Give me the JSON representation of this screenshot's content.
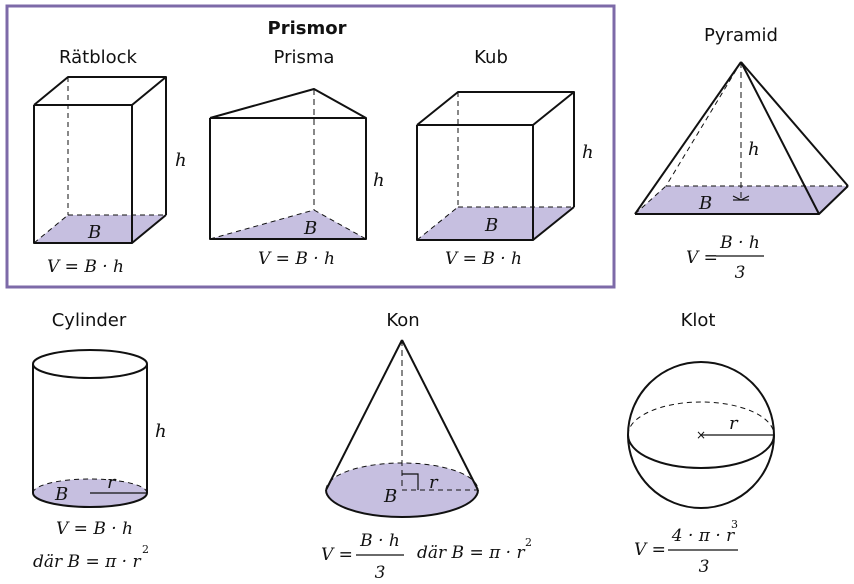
{
  "prismor": {
    "heading": "Prismor",
    "ratblock": {
      "title": "Rätblock",
      "h": "h",
      "B": "B",
      "formula": "V = B · h"
    },
    "prisma": {
      "title": "Prisma",
      "h": "h",
      "B": "B",
      "formula": "V = B · h"
    },
    "kub": {
      "title": "Kub",
      "h": "h",
      "B": "B",
      "formula": "V = B · h"
    }
  },
  "pyramid": {
    "title": "Pyramid",
    "h": "h",
    "B": "B",
    "formula_lhs": "V =",
    "numerator": "B · h",
    "denominator": "3"
  },
  "cylinder": {
    "title": "Cylinder",
    "h": "h",
    "B": "B",
    "r": "r",
    "formula": "V = B · h",
    "where": "där  B = π · r",
    "exp": "2"
  },
  "kon": {
    "title": "Kon",
    "B": "B",
    "r": "r",
    "formula_lhs": "V =",
    "numerator": "B · h",
    "denominator": "3",
    "where": "där  B = π · r",
    "exp": "2"
  },
  "klot": {
    "title": "Klot",
    "r": "r",
    "formula_lhs": "V =",
    "numerator": "4 · π · r",
    "exp": "3",
    "denominator": "3"
  },
  "colors": {
    "frame": "#7d6aa8",
    "base_fill": "#c6bfe0",
    "stroke": "#111111"
  }
}
